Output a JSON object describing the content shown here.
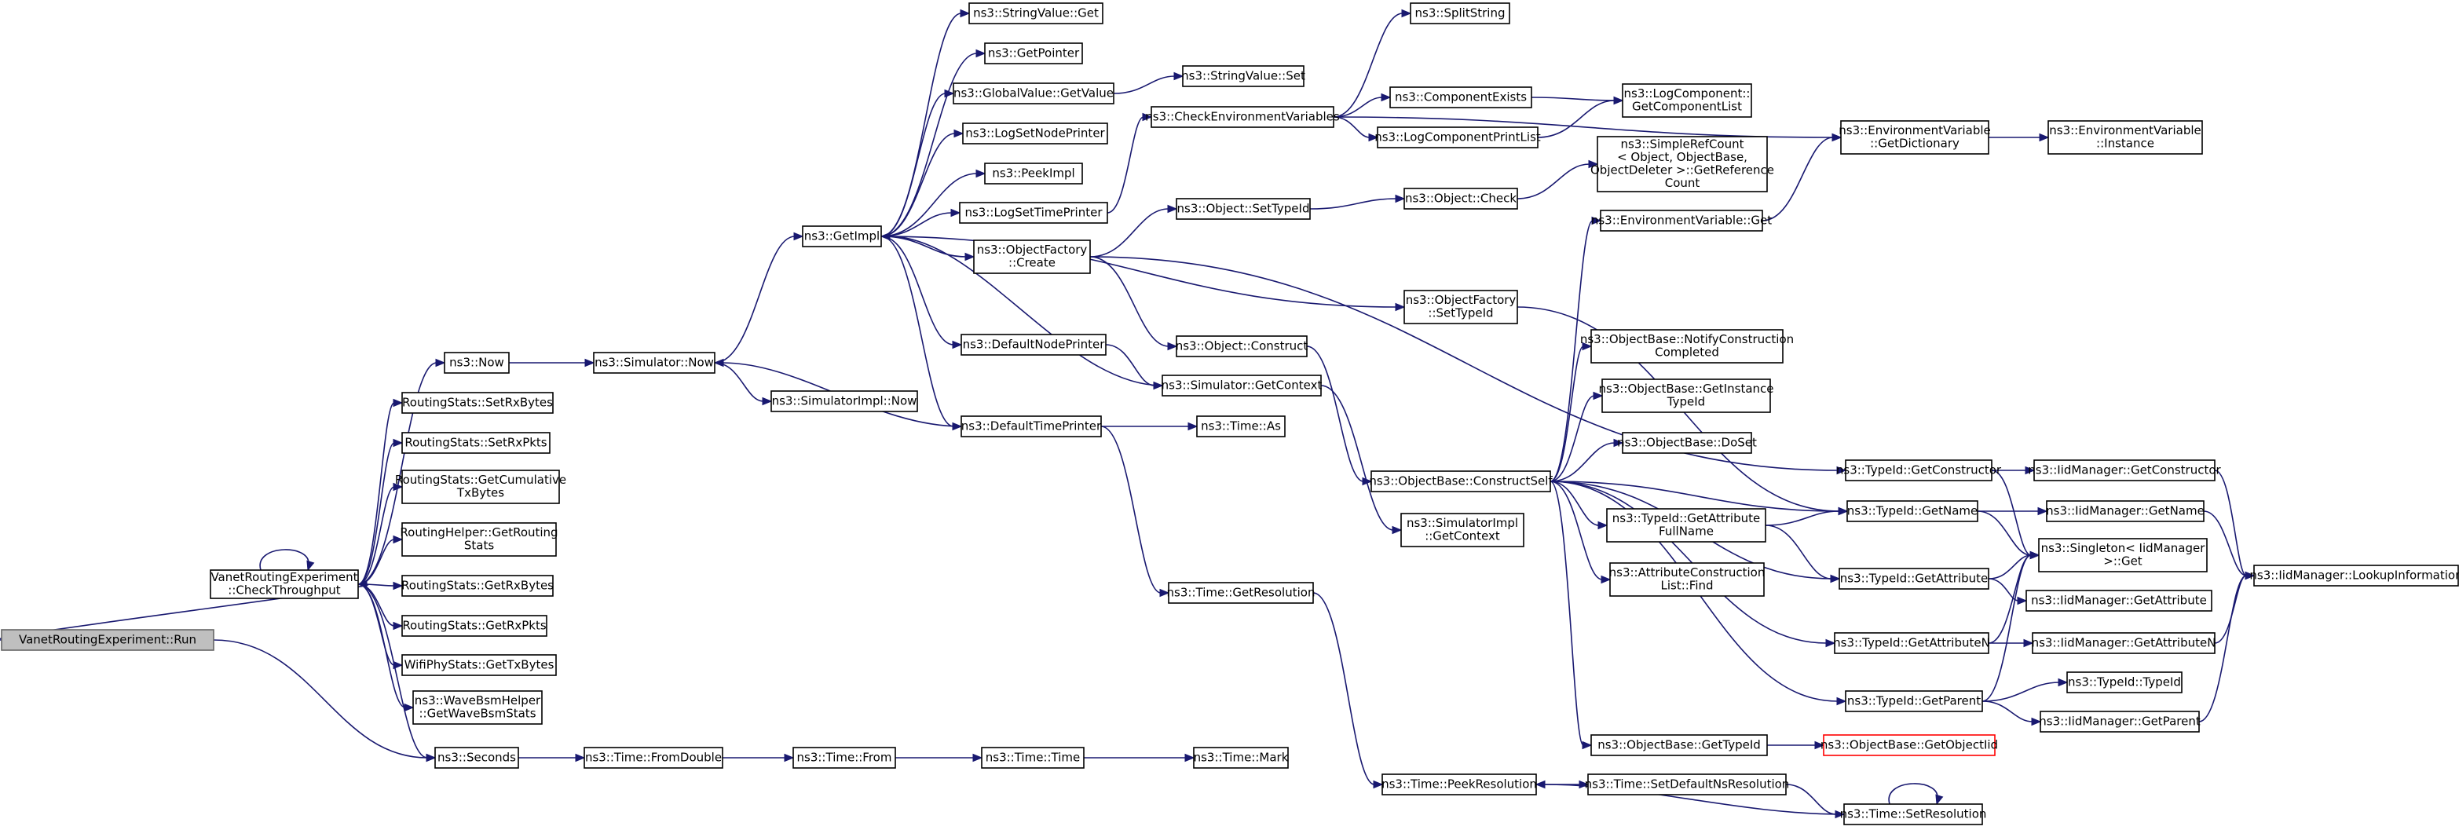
{
  "colors": {
    "edge": "#191970",
    "root_fill": "#bfbfbf",
    "highlight_border": "#ff0000"
  },
  "nodes": [
    {
      "id": "run",
      "lines": [
        "VanetRoutingExperiment::Run"
      ],
      "style": "root"
    },
    {
      "id": "checkthroughput",
      "lines": [
        "VanetRoutingExperiment",
        "::CheckThroughput"
      ]
    },
    {
      "id": "now",
      "lines": [
        "ns3::Now"
      ]
    },
    {
      "id": "setrxbytes",
      "lines": [
        "RoutingStats::SetRxBytes"
      ]
    },
    {
      "id": "setrxpkts",
      "lines": [
        "RoutingStats::SetRxPkts"
      ]
    },
    {
      "id": "getcumtx",
      "lines": [
        "RoutingStats::GetCumulative",
        "TxBytes"
      ]
    },
    {
      "id": "getroutingstats",
      "lines": [
        "RoutingHelper::GetRouting",
        "Stats"
      ]
    },
    {
      "id": "getrxbytes",
      "lines": [
        "RoutingStats::GetRxBytes"
      ]
    },
    {
      "id": "getrxpkts",
      "lines": [
        "RoutingStats::GetRxPkts"
      ]
    },
    {
      "id": "wifigettx",
      "lines": [
        "WifiPhyStats::GetTxBytes"
      ]
    },
    {
      "id": "wavebsm",
      "lines": [
        "ns3::WaveBsmHelper",
        "::GetWaveBsmStats"
      ]
    },
    {
      "id": "seconds",
      "lines": [
        "ns3::Seconds"
      ]
    },
    {
      "id": "simnow",
      "lines": [
        "ns3::Simulator::Now"
      ]
    },
    {
      "id": "fromdouble",
      "lines": [
        "ns3::Time::FromDouble"
      ]
    },
    {
      "id": "getimpl",
      "lines": [
        "ns3::GetImpl"
      ]
    },
    {
      "id": "simimplnow",
      "lines": [
        "ns3::SimulatorImpl::Now"
      ]
    },
    {
      "id": "timefrom",
      "lines": [
        "ns3::Time::From"
      ]
    },
    {
      "id": "stringget",
      "lines": [
        "ns3::StringValue::Get"
      ]
    },
    {
      "id": "getpointer",
      "lines": [
        "ns3::GetPointer"
      ]
    },
    {
      "id": "globalget",
      "lines": [
        "ns3::GlobalValue::GetValue"
      ]
    },
    {
      "id": "logsetnode",
      "lines": [
        "ns3::LogSetNodePrinter"
      ]
    },
    {
      "id": "peekimpl",
      "lines": [
        "ns3::PeekImpl"
      ]
    },
    {
      "id": "logsettime",
      "lines": [
        "ns3::LogSetTimePrinter"
      ]
    },
    {
      "id": "objfactcreate",
      "lines": [
        "ns3::ObjectFactory",
        "::Create"
      ]
    },
    {
      "id": "defnodeprinter",
      "lines": [
        "ns3::DefaultNodePrinter"
      ]
    },
    {
      "id": "deftimeprinter",
      "lines": [
        "ns3::DefaultTimePrinter"
      ]
    },
    {
      "id": "timetime",
      "lines": [
        "ns3::Time::Time"
      ]
    },
    {
      "id": "stringset",
      "lines": [
        "ns3::StringValue::Set"
      ]
    },
    {
      "id": "checkenv",
      "lines": [
        "ns3::CheckEnvironmentVariables"
      ]
    },
    {
      "id": "objsettypeid",
      "lines": [
        "ns3::Object::SetTypeId"
      ]
    },
    {
      "id": "objconstruct",
      "lines": [
        "ns3::Object::Construct"
      ]
    },
    {
      "id": "simgetctx",
      "lines": [
        "ns3::Simulator::GetContext"
      ]
    },
    {
      "id": "timeas",
      "lines": [
        "ns3::Time::As"
      ]
    },
    {
      "id": "timegetres",
      "lines": [
        "ns3::Time::GetResolution"
      ]
    },
    {
      "id": "timemark",
      "lines": [
        "ns3::Time::Mark"
      ]
    },
    {
      "id": "splitstring",
      "lines": [
        "ns3::SplitString"
      ]
    },
    {
      "id": "compexists",
      "lines": [
        "ns3::ComponentExists"
      ]
    },
    {
      "id": "logcompprint",
      "lines": [
        "ns3::LogComponentPrintList"
      ]
    },
    {
      "id": "objcheck",
      "lines": [
        "ns3::Object::Check"
      ]
    },
    {
      "id": "objfactsettid",
      "lines": [
        "ns3::ObjectFactory",
        "::SetTypeId"
      ]
    },
    {
      "id": "constructself",
      "lines": [
        "ns3::ObjectBase::ConstructSelf"
      ]
    },
    {
      "id": "simimplgetctx",
      "lines": [
        "ns3::SimulatorImpl",
        "::GetContext"
      ]
    },
    {
      "id": "peekres",
      "lines": [
        "ns3::Time::PeekResolution"
      ]
    },
    {
      "id": "logcompgetlist",
      "lines": [
        "ns3::LogComponent::",
        "GetComponentList"
      ]
    },
    {
      "id": "simplerefcount",
      "lines": [
        "ns3::SimpleRefCount",
        "< Object, ObjectBase,",
        "ObjectDeleter >::GetReference",
        "Count"
      ]
    },
    {
      "id": "envget",
      "lines": [
        "ns3::EnvironmentVariable::Get"
      ]
    },
    {
      "id": "notifyconst",
      "lines": [
        "ns3::ObjectBase::NotifyConstruction",
        "Completed"
      ]
    },
    {
      "id": "getinsttypeid",
      "lines": [
        "ns3::ObjectBase::GetInstance",
        "TypeId"
      ]
    },
    {
      "id": "doset",
      "lines": [
        "ns3::ObjectBase::DoSet"
      ]
    },
    {
      "id": "getattrfull",
      "lines": [
        "ns3::TypeId::GetAttribute",
        "FullName"
      ]
    },
    {
      "id": "attrconstfind",
      "lines": [
        "ns3::AttributeConstruction",
        "List::Find"
      ]
    },
    {
      "id": "obgettypeid",
      "lines": [
        "ns3::ObjectBase::GetTypeId"
      ]
    },
    {
      "id": "setdefnsres",
      "lines": [
        "ns3::Time::SetDefaultNsResolution"
      ]
    },
    {
      "id": "setres",
      "lines": [
        "ns3::Time::SetResolution"
      ]
    },
    {
      "id": "envgetdict",
      "lines": [
        "ns3::EnvironmentVariable",
        "::GetDictionary"
      ]
    },
    {
      "id": "tidgetctor",
      "lines": [
        "ns3::TypeId::GetConstructor"
      ]
    },
    {
      "id": "tidgetname",
      "lines": [
        "ns3::TypeId::GetName"
      ]
    },
    {
      "id": "tidgetattr",
      "lines": [
        "ns3::TypeId::GetAttribute"
      ]
    },
    {
      "id": "tidgetattrn",
      "lines": [
        "ns3::TypeId::GetAttributeN"
      ]
    },
    {
      "id": "tidgetparent",
      "lines": [
        "ns3::TypeId::GetParent"
      ]
    },
    {
      "id": "getobjectiid",
      "lines": [
        "ns3::ObjectBase::GetObjectIid"
      ],
      "style": "highlight"
    },
    {
      "id": "envinstance",
      "lines": [
        "ns3::EnvironmentVariable",
        "::Instance"
      ]
    },
    {
      "id": "iidgetctor",
      "lines": [
        "ns3::IidManager::GetConstructor"
      ]
    },
    {
      "id": "iidgetname",
      "lines": [
        "ns3::IidManager::GetName"
      ]
    },
    {
      "id": "singletonget",
      "lines": [
        "ns3::Singleton< IidManager",
        ">::Get"
      ]
    },
    {
      "id": "iidgetattr",
      "lines": [
        "ns3::IidManager::GetAttribute"
      ]
    },
    {
      "id": "iidgetattrn",
      "lines": [
        "ns3::IidManager::GetAttributeN"
      ]
    },
    {
      "id": "tidtypeid",
      "lines": [
        "ns3::TypeId::TypeId"
      ]
    },
    {
      "id": "iidgetparent",
      "lines": [
        "ns3::IidManager::GetParent"
      ]
    },
    {
      "id": "lookupinfo",
      "lines": [
        "ns3::IidManager::LookupInformation"
      ]
    }
  ],
  "edges": [
    [
      "run",
      "checkthroughput"
    ],
    [
      "run",
      "seconds"
    ],
    [
      "checkthroughput",
      "checkthroughput"
    ],
    [
      "checkthroughput",
      "now"
    ],
    [
      "checkthroughput",
      "setrxbytes"
    ],
    [
      "checkthroughput",
      "setrxpkts"
    ],
    [
      "checkthroughput",
      "getcumtx"
    ],
    [
      "checkthroughput",
      "getroutingstats"
    ],
    [
      "checkthroughput",
      "getrxbytes"
    ],
    [
      "checkthroughput",
      "getrxpkts"
    ],
    [
      "checkthroughput",
      "wifigettx"
    ],
    [
      "checkthroughput",
      "wavebsm"
    ],
    [
      "checkthroughput",
      "seconds"
    ],
    [
      "now",
      "simnow"
    ],
    [
      "seconds",
      "fromdouble"
    ],
    [
      "fromdouble",
      "timefrom"
    ],
    [
      "timefrom",
      "timetime"
    ],
    [
      "timetime",
      "timemark"
    ],
    [
      "simnow",
      "getimpl"
    ],
    [
      "simnow",
      "simimplnow"
    ],
    [
      "getimpl",
      "stringget"
    ],
    [
      "getimpl",
      "getpointer"
    ],
    [
      "getimpl",
      "globalget"
    ],
    [
      "getimpl",
      "logsetnode"
    ],
    [
      "getimpl",
      "peekimpl"
    ],
    [
      "getimpl",
      "logsettime"
    ],
    [
      "getimpl",
      "objfactcreate"
    ],
    [
      "getimpl",
      "objfactsettid"
    ],
    [
      "getimpl",
      "defnodeprinter"
    ],
    [
      "getimpl",
      "deftimeprinter"
    ],
    [
      "globalget",
      "stringset"
    ],
    [
      "logsettime",
      "checkenv"
    ],
    [
      "objfactcreate",
      "objsettypeid"
    ],
    [
      "objfactcreate",
      "objconstruct"
    ],
    [
      "objfactcreate",
      "tidgetctor"
    ],
    [
      "defnodeprinter",
      "simgetctx"
    ],
    [
      "simgetctx",
      "getimpl"
    ],
    [
      "simgetctx",
      "simimplgetctx"
    ],
    [
      "deftimeprinter",
      "simnow"
    ],
    [
      "deftimeprinter",
      "timeas"
    ],
    [
      "deftimeprinter",
      "timegetres"
    ],
    [
      "timegetres",
      "peekres"
    ],
    [
      "checkenv",
      "splitstring"
    ],
    [
      "checkenv",
      "compexists"
    ],
    [
      "checkenv",
      "logcompprint"
    ],
    [
      "checkenv",
      "envgetdict"
    ],
    [
      "compexists",
      "logcompgetlist"
    ],
    [
      "logcompprint",
      "logcompgetlist"
    ],
    [
      "objsettypeid",
      "objcheck"
    ],
    [
      "objcheck",
      "simplerefcount"
    ],
    [
      "objconstruct",
      "constructself"
    ],
    [
      "objfactsettid",
      "tidgetname"
    ],
    [
      "constructself",
      "envget"
    ],
    [
      "constructself",
      "notifyconst"
    ],
    [
      "constructself",
      "getinsttypeid"
    ],
    [
      "constructself",
      "doset"
    ],
    [
      "constructself",
      "tidgetname"
    ],
    [
      "constructself",
      "getattrfull"
    ],
    [
      "constructself",
      "attrconstfind"
    ],
    [
      "constructself",
      "tidgetattr"
    ],
    [
      "constructself",
      "tidgetattrn"
    ],
    [
      "constructself",
      "tidgetparent"
    ],
    [
      "constructself",
      "obgettypeid"
    ],
    [
      "envget",
      "envgetdict"
    ],
    [
      "envgetdict",
      "envinstance"
    ],
    [
      "getattrfull",
      "tidgetname"
    ],
    [
      "getattrfull",
      "tidgetattr"
    ],
    [
      "obgettypeid",
      "getobjectiid"
    ],
    [
      "peekres",
      "setdefnsres"
    ],
    [
      "setdefnsres",
      "setres"
    ],
    [
      "setres",
      "peekres"
    ],
    [
      "setres",
      "setres"
    ],
    [
      "tidgetctor",
      "iidgetctor"
    ],
    [
      "tidgetctor",
      "singletonget"
    ],
    [
      "tidgetname",
      "iidgetname"
    ],
    [
      "tidgetname",
      "singletonget"
    ],
    [
      "tidgetattr",
      "singletonget"
    ],
    [
      "tidgetattr",
      "iidgetattr"
    ],
    [
      "tidgetattrn",
      "singletonget"
    ],
    [
      "tidgetattrn",
      "iidgetattrn"
    ],
    [
      "tidgetparent",
      "singletonget"
    ],
    [
      "tidgetparent",
      "tidtypeid"
    ],
    [
      "tidgetparent",
      "iidgetparent"
    ],
    [
      "iidgetctor",
      "lookupinfo"
    ],
    [
      "iidgetname",
      "lookupinfo"
    ],
    [
      "iidgetattrn",
      "lookupinfo"
    ],
    [
      "iidgetparent",
      "lookupinfo"
    ]
  ]
}
